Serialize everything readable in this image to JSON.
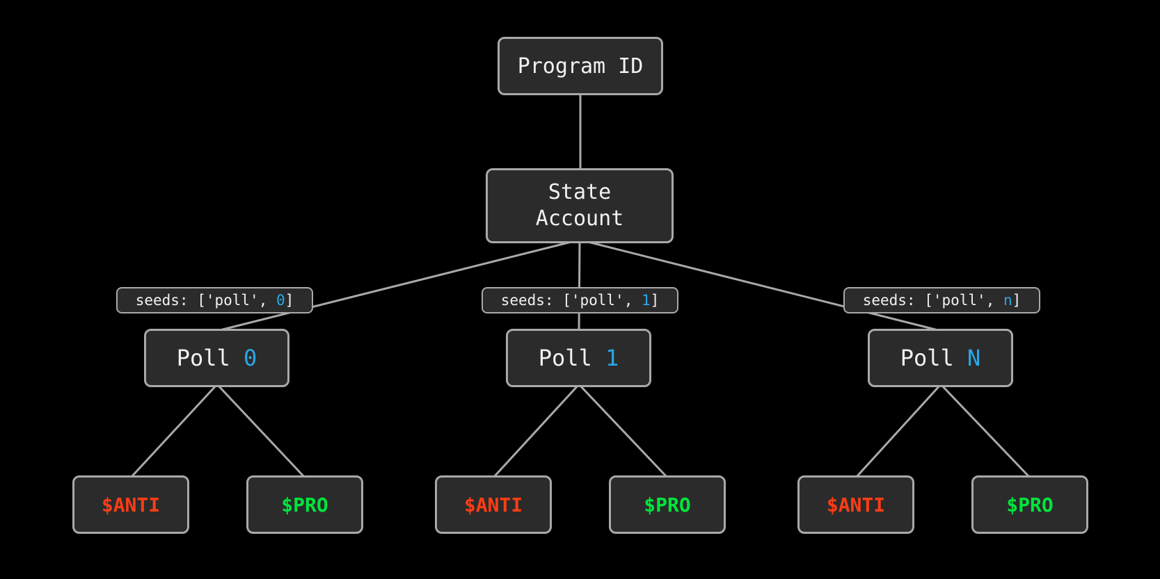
{
  "diagram": {
    "colors": {
      "bg": "#000000",
      "box_fill": "#2b2b2b",
      "box_border": "#a9a9a9",
      "line": "#a9a9a9",
      "text": "#f2f2f2",
      "accent_blue": "#29a8e8",
      "anti": "#ff3d14",
      "pro": "#00e53c"
    },
    "nodes": {
      "program": {
        "label": "Program ID"
      },
      "state": {
        "line1": "State",
        "line2": "Account"
      }
    },
    "columns": [
      {
        "seed_prefix": "seeds: ['poll', ",
        "seed_value": "0",
        "seed_suffix": "]",
        "poll_prefix": "Poll ",
        "poll_value": "0",
        "anti": "$ANTI",
        "pro": "$PRO"
      },
      {
        "seed_prefix": "seeds: ['poll', ",
        "seed_value": "1",
        "seed_suffix": "]",
        "poll_prefix": "Poll ",
        "poll_value": "1",
        "anti": "$ANTI",
        "pro": "$PRO"
      },
      {
        "seed_prefix": "seeds: ['poll', ",
        "seed_value": "n",
        "seed_suffix": "]",
        "poll_prefix": "Poll ",
        "poll_value": "N",
        "anti": "$ANTI",
        "pro": "$PRO"
      }
    ]
  }
}
